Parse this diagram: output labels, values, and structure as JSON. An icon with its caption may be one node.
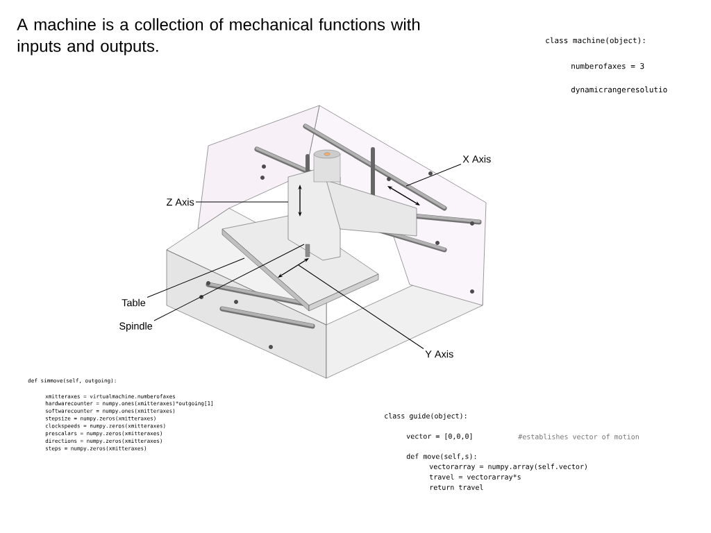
{
  "diagram": {
    "title": "A machine is a collection of mechanical functions with inputs and outputs.",
    "nodes": [
      {
        "text": [
          "X Axis"
        ]
      },
      {
        "text": [
          "Z Axis"
        ]
      },
      {
        "text": [
          "Table"
        ]
      },
      {
        "text": [
          "Spindle"
        ]
      },
      {
        "text": [
          "Y Axis"
        ]
      }
    ],
    "edges": [
      {
        "from": 0,
        "to": null,
        "arrow": "none"
      },
      {
        "from": 1,
        "to": null,
        "arrow": "none"
      },
      {
        "from": 2,
        "to": null,
        "arrow": "none"
      },
      {
        "from": 3,
        "to": null,
        "arrow": "none"
      },
      {
        "from": 4,
        "to": null,
        "arrow": "none"
      }
    ],
    "labels": [
      "class machine(object):",
      "numberofaxes = 3",
      "dynamicrangeresolutio",
      "def simmove(self, outgoing):",
      "xmitteraxes = virtualmachine.numberofaxes",
      "hardwarecounter = numpy.ones(xmitteraxes)*outgoing[1]",
      "softwarecounter = numpy.ones(xmitteraxes)",
      "stepsize = numpy.zeros(xmitteraxes)",
      "clockspeeds = numpy.zeros(xmitteraxes)",
      "prescalars = numpy.zeros(xmitteraxes)",
      "directions = numpy.zeros(xmitteraxes)",
      "steps = numpy.zeros(xmitteraxes)",
      "class guide(object):",
      "vector = [0,0,0]",
      "#establishes vector of motion",
      "def move(self,s):",
      "vectorarray = numpy.array(self.vector)",
      "travel = vectorarray*s",
      "return travel"
    ]
  }
}
